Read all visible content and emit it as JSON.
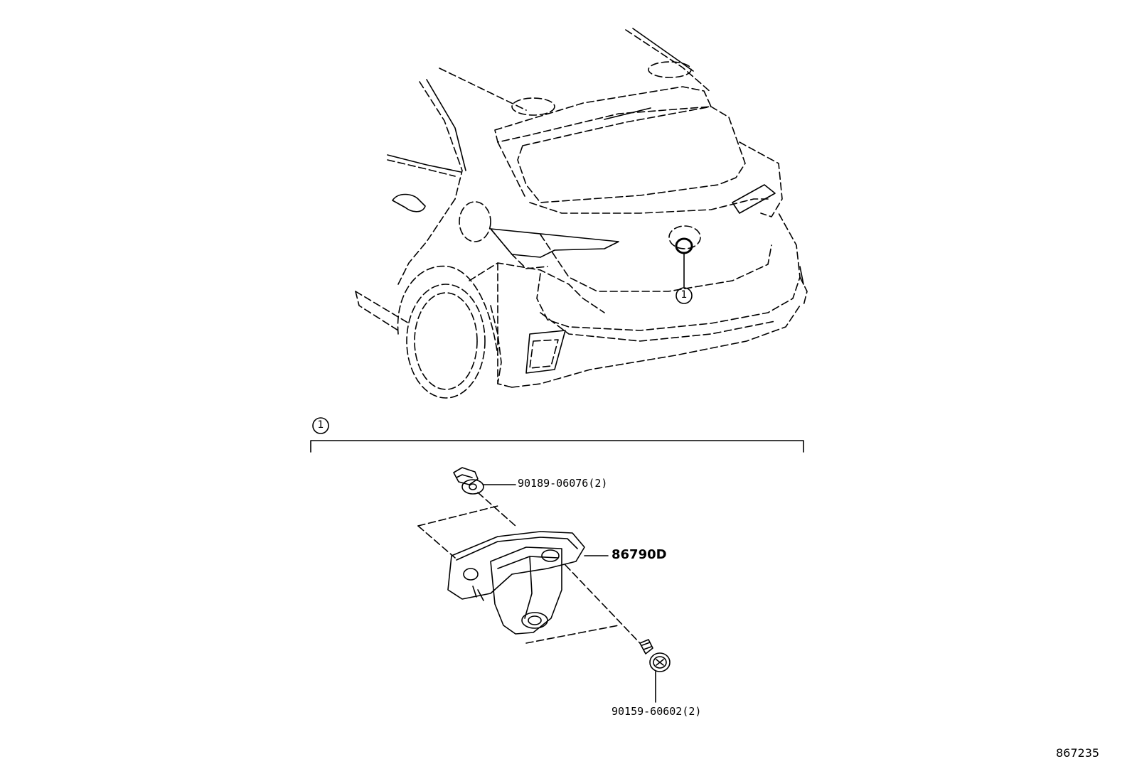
{
  "callouts": {
    "ref_on_car": "1",
    "group_header": "1"
  },
  "parts": {
    "clip": "90189-06076(2)",
    "camera": "86790D",
    "screw": "90159-60602(2)"
  },
  "diagram_number": "867235",
  "icons": [
    "car-rear-view-icon",
    "camera-assembly-icon",
    "clip-icon",
    "screw-icon"
  ]
}
